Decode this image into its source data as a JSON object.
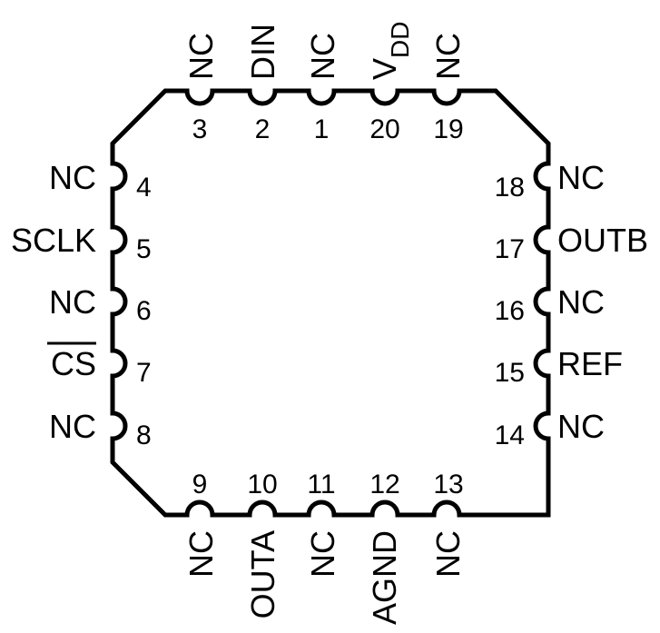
{
  "package": {
    "pins": [
      {
        "number": "1",
        "name": "NC"
      },
      {
        "number": "2",
        "name": "DIN"
      },
      {
        "number": "3",
        "name": "NC"
      },
      {
        "number": "4",
        "name": "NC"
      },
      {
        "number": "5",
        "name": "SCLK"
      },
      {
        "number": "6",
        "name": "NC"
      },
      {
        "number": "7",
        "name": "CS",
        "overline": true
      },
      {
        "number": "8",
        "name": "NC"
      },
      {
        "number": "9",
        "name": "NC"
      },
      {
        "number": "10",
        "name": "OUTA"
      },
      {
        "number": "11",
        "name": "NC"
      },
      {
        "number": "12",
        "name": "AGND"
      },
      {
        "number": "13",
        "name": "NC"
      },
      {
        "number": "14",
        "name": "NC"
      },
      {
        "number": "15",
        "name": "REF"
      },
      {
        "number": "16",
        "name": "NC"
      },
      {
        "number": "17",
        "name": "OUTB"
      },
      {
        "number": "18",
        "name": "NC"
      },
      {
        "number": "19",
        "name": "NC"
      },
      {
        "number": "20",
        "name": "V",
        "subscript": "DD"
      }
    ]
  }
}
